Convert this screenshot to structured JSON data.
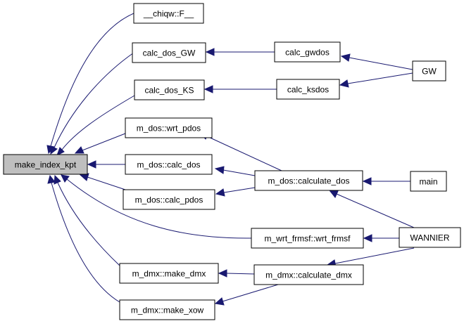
{
  "colors": {
    "edge": "#191970",
    "root_fill": "#bfbfbf",
    "node_fill": "#ffffff",
    "border": "#000000"
  },
  "nodes": {
    "make_index_kpt": "make_index_kpt",
    "chiqw_f": "__chiqw::F__",
    "calc_dos_gw": "calc_dos_GW",
    "calc_dos_ks": "calc_dos_KS",
    "m_dos_wrt_pdos": "m_dos::wrt_pdos",
    "m_dos_calc_dos": "m_dos::calc_dos",
    "m_dos_calc_pdos": "m_dos::calc_pdos",
    "m_dmx_make_dmx": "m_dmx::make_dmx",
    "m_dmx_make_xow": "m_dmx::make_xow",
    "calc_gwdos": "calc_gwdos",
    "calc_ksdos": "calc_ksdos",
    "m_dos_calculate_dos": "m_dos::calculate_dos",
    "m_wrt_frmsf_wrt_frmsf": "m_wrt_frmsf::wrt_frmsf",
    "m_dmx_calculate_dmx": "m_dmx::calculate_dmx",
    "gw": "GW",
    "main": "main",
    "wannier": "WANNIER"
  }
}
